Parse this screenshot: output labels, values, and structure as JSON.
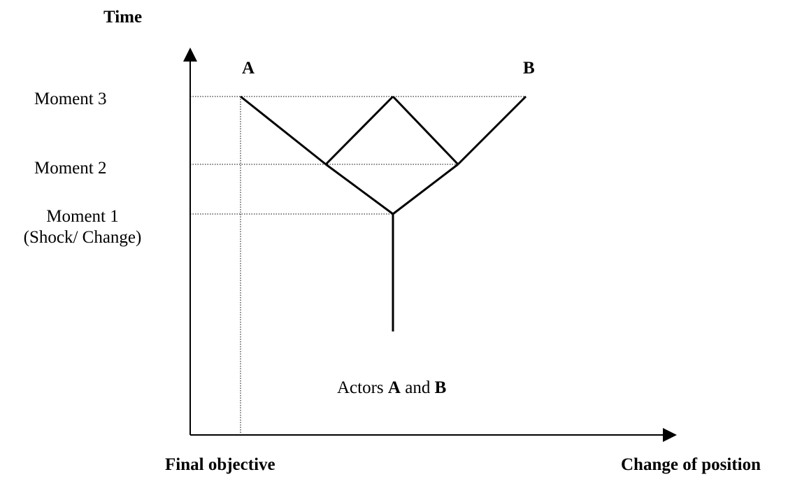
{
  "axes": {
    "y_label": "Time",
    "x_label_left": "Final objective",
    "x_label_right": "Change of position"
  },
  "endpoints": {
    "a": "A",
    "b": "B"
  },
  "moments": {
    "moment3": "Moment 3",
    "moment2": "Moment 2",
    "moment1_line1": "Moment 1",
    "moment1_line2": "(Shock/ Change)"
  },
  "actors": {
    "prefix": "Actors ",
    "a": "A",
    "middle": " and ",
    "b": "B"
  },
  "colors": {
    "line": "#000000",
    "background": "#ffffff"
  }
}
